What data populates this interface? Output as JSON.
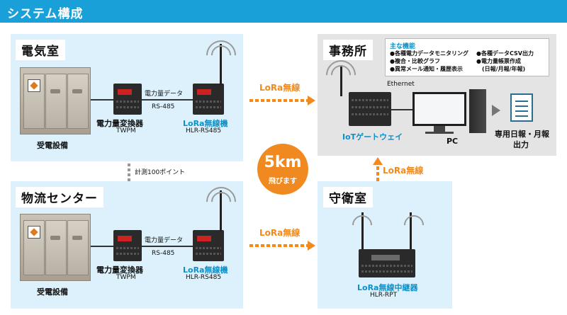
{
  "header": {
    "title": "システム構成"
  },
  "panels": {
    "denki": {
      "title": "電気室"
    },
    "butsuryu": {
      "title": "物流センター"
    },
    "jimusho": {
      "title": "事務所"
    },
    "shuei": {
      "title": "守衛室"
    }
  },
  "denki": {
    "facility": "受電設備",
    "data_label": "電力量データ",
    "rs485": "RS-485",
    "converter_name": "電力量変換器",
    "converter_model": "TWPM",
    "radio_name": "LoRa無線機",
    "radio_model": "HLR-RS485"
  },
  "butsuryu": {
    "facility": "受電設備",
    "data_label": "電力量データ",
    "rs485": "RS-485",
    "converter_name": "電力量変換器",
    "converter_model": "TWPM",
    "radio_name": "LoRa無線機",
    "radio_model": "HLR-RS485"
  },
  "links": {
    "lora_top": "LoRa無線",
    "lora_bottom": "LoRa無線",
    "lora_up": "LoRa無線",
    "measure_points": "計測100ポイント",
    "ethernet": "Ethernet"
  },
  "badge": {
    "distance": "5km",
    "sub": "飛びます"
  },
  "office": {
    "gateway": "IoTゲートウェイ",
    "pc": "PC",
    "report_line1": "専用日報・月報",
    "report_line2": "出力"
  },
  "features": {
    "title": "主な機能",
    "items": [
      "●各種電力データモニタリング",
      "●複合・比較グラフ",
      "●異常メール通知・履歴表示",
      "●各種データCSV出力",
      "●電力量帳票作成",
      "(日報/月報/年報)"
    ]
  },
  "guard": {
    "repeater_name": "LoRa無線中継器",
    "repeater_model": "HLR-RPT"
  },
  "colors": {
    "header": "#1aa0d8",
    "panel_blue": "#dcf1fb",
    "panel_gray": "#e4e4e4",
    "accent_orange": "#f08a20",
    "label_blue": "#0d8fc8"
  }
}
